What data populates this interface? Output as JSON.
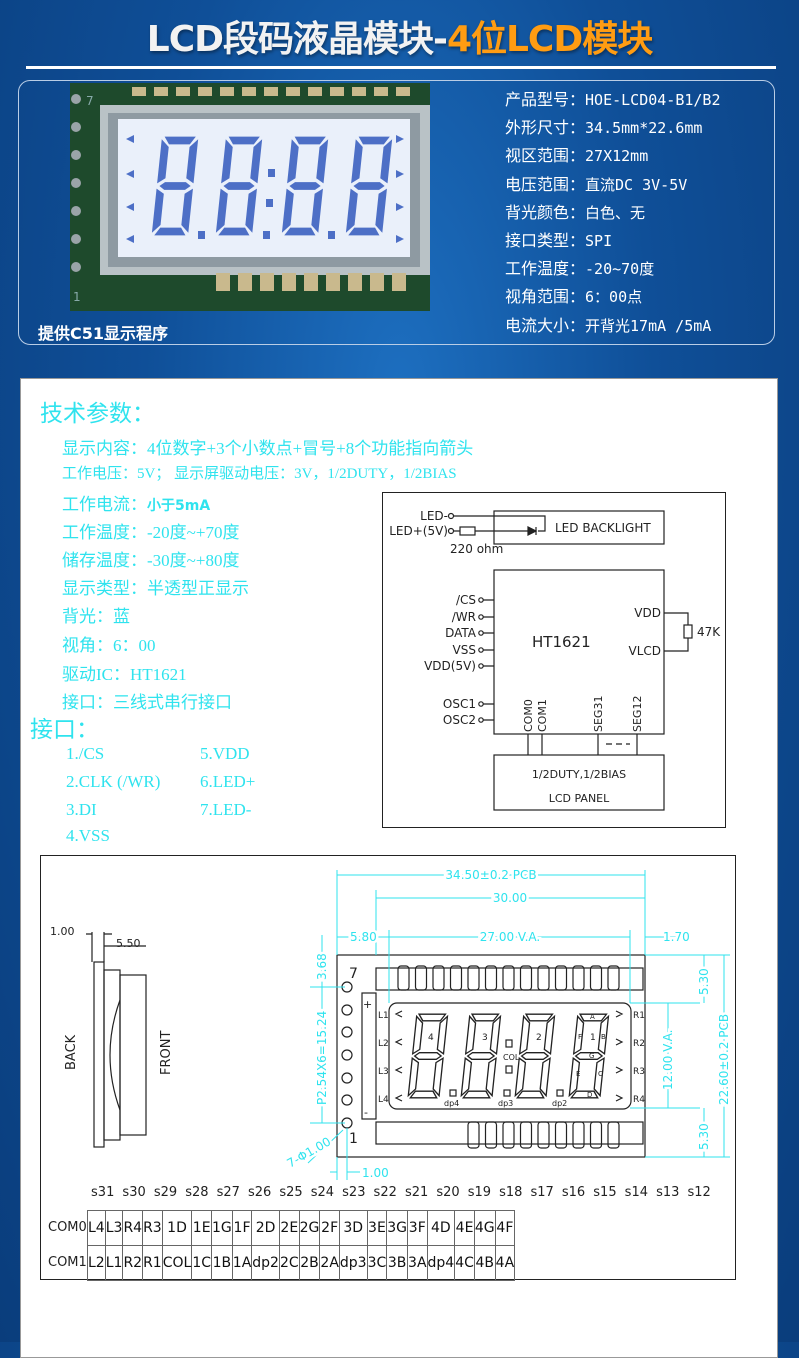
{
  "title": {
    "main": "LCD段码液晶模块-",
    "highlight": "4位LCD模块"
  },
  "product": {
    "caption": "提供C51显示程序",
    "specs": [
      {
        "label": "产品型号：",
        "value": "HOE-LCD04-B1/B2"
      },
      {
        "label": "外形尺寸：",
        "value": "34.5mm*22.6mm"
      },
      {
        "label": "视区范围：",
        "value": "27X12mm"
      },
      {
        "label": "电压范围：",
        "value": "直流DC 3V-5V"
      },
      {
        "label": "背光颜色：",
        "value": "白色、无"
      },
      {
        "label": "接口类型：",
        "value": "SPI"
      },
      {
        "label": "工作温度：",
        "value": "-20~70度"
      },
      {
        "label": "视角范围：",
        "value": "6：00点"
      },
      {
        "label": "电流大小：",
        "value": "开背光17mA /5mA"
      }
    ],
    "photo_pin_top": "7",
    "photo_pin_bottom": "1"
  },
  "tech": {
    "heading": "技术参数：",
    "items": [
      {
        "label": "显示内容：",
        "value": "4位数字+3个小数点+冒号+8个功能指向箭头"
      },
      {
        "label": "工作电压：",
        "value": "5V；  显示屏驱动电压：3V，1/2DUTY，1/2BIAS"
      },
      {
        "label": "工作电流：",
        "value": "小于5mA"
      },
      {
        "label": "工作温度：",
        "value": "-20度~+70度"
      },
      {
        "label": "储存温度：",
        "value": "-30度~+80度"
      },
      {
        "label": "显示类型：",
        "value": "半透型正显示"
      },
      {
        "label": "背光：",
        "value": "蓝"
      },
      {
        "label": "视角：",
        "value": "6：00"
      },
      {
        "label": "驱动IC：",
        "value": "HT1621"
      },
      {
        "label": "接口：",
        "value": "三线式串行接口"
      }
    ],
    "interface_heading": "接口：",
    "pins": [
      "1./CS",
      "2.CLK (/WR)",
      "3.DI",
      "4.VSS",
      "5.VDD",
      "6.LED+",
      "7.LED-"
    ]
  },
  "schematic": {
    "led_minus": "LED-",
    "led_plus": "LED+(5V)",
    "resistor": "220 ohm",
    "backlight": "LED BACKLIGHT",
    "inputs": [
      "/CS",
      "/WR",
      "DATA",
      "VSS",
      "VDD(5V)",
      "OSC1",
      "OSC2"
    ],
    "ic": "HT1621",
    "vdd": "VDD",
    "vlcd": "VLCD",
    "pot": "47K",
    "com0": "COM0",
    "com1": "COM1",
    "seg31": "SEG31",
    "seg12": "SEG12",
    "panel_line1": "1/2DUTY,1/2BIAS",
    "panel_line2": "LCD PANEL"
  },
  "drawing": {
    "side": {
      "dim1": "1.00",
      "dim2": "5.50",
      "back": "BACK",
      "front": "FRONT"
    },
    "dims": {
      "pcb_w": "34.50±0.2 PCB",
      "w30": "30.00",
      "left": "5.80",
      "va_w": "27.00 V.A.",
      "right": "1.70",
      "top": "3.68",
      "pitch": "P2.54X6=15.24",
      "holes": "7-Φ1.00",
      "hole_off": "1.00",
      "top_h": "5.30",
      "va_h": "12.00 V.A.",
      "pcb_h": "22.60±0.2 PCB",
      "bot_h": "5.30"
    },
    "pin_top": "7",
    "pin_bottom": "1",
    "plus": "+",
    "minus": "-",
    "left_arrows": [
      "L1",
      "L2",
      "L3",
      "L4"
    ],
    "right_arrows": [
      "R1",
      "R2",
      "R3",
      "R4"
    ],
    "digits": [
      "4",
      "3",
      "2",
      "1"
    ],
    "dps": [
      "dp4",
      "dp3",
      "dp2"
    ],
    "col": "COL",
    "seg_letters": [
      "A",
      "B",
      "C",
      "D",
      "E",
      "F",
      "G"
    ]
  },
  "table": {
    "segments": [
      "s31",
      "s30",
      "s29",
      "s28",
      "s27",
      "s26",
      "s25",
      "s24",
      "s23",
      "s22",
      "s21",
      "s20",
      "s19",
      "s18",
      "s17",
      "s16",
      "s15",
      "s14",
      "s13",
      "s12"
    ],
    "rows": [
      {
        "label": "COM0",
        "cells": [
          "L4",
          "L3",
          "R4",
          "R3",
          "1D",
          "1E",
          "1G",
          "1F",
          "2D",
          "2E",
          "2G",
          "2F",
          "3D",
          "3E",
          "3G",
          "3F",
          "4D",
          "4E",
          "4G",
          "4F"
        ]
      },
      {
        "label": "COM1",
        "cells": [
          "L2",
          "L1",
          "R2",
          "R1",
          "COL",
          "1C",
          "1B",
          "1A",
          "dp2",
          "2C",
          "2B",
          "2A",
          "dp3",
          "3C",
          "3B",
          "3A",
          "dp4",
          "4C",
          "4B",
          "4A"
        ]
      }
    ]
  },
  "colors": {
    "background": "#0f4f98",
    "highlight": "#ff9c12",
    "cyan": "#2fe3ee",
    "lcd_segment": "#4d6fc6"
  }
}
